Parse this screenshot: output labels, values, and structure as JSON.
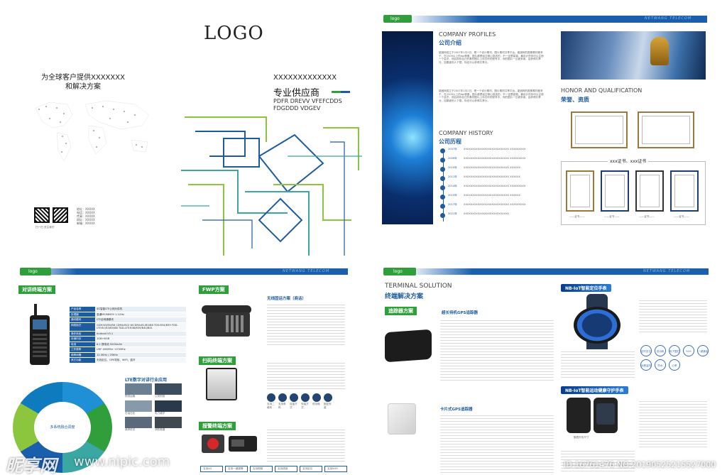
{
  "top_left": {
    "slogan_line1": "为全球客户提供XXXXXXX",
    "slogan_line2": "和解决方案",
    "qr_caption": "扫一扫 关注我们",
    "contacts": [
      "地址：XXXXX",
      "电话：XXXXX",
      "传真：XXXXX",
      "网址：XXXXX",
      "邮箱：XXXXX"
    ]
  },
  "cover": {
    "logo": "LOGO",
    "xline": "XXXXXXXXXXXXX",
    "title": "专业供应商",
    "sub1": "PDFR DREVV VFEFCDDS",
    "sub2": "FDGDDD VDGEV"
  },
  "top_right": {
    "tab": "logo",
    "tag": "NETWANG TELECOM",
    "profile_en": "COMPANY PROFILES",
    "profile_cn": "公司介绍",
    "profile_text": "能固网成立于2007年1月1日，是一个设计素材、图片素材共享平台。能固网的图像素材都来于，在2009以上的dpi像素，图片都是经过精心挑选的，不一定是高端，最设计的你可以注册一个会员，然后用你自己的素材图片上传去你的账号中，你的图片一旦被采纳，会获得共享分，如果被别人下载，你还可以获得共享分。",
    "history_en": "COMPANY HISTORY",
    "history_cn": "公司历程",
    "history": [
      {
        "year": "2007年",
        "text": "XXXXXXXXXXXXXXXXXXXXXXXXXX XXXXXXXXX"
      },
      {
        "year": "2009年",
        "text": "XXXXXXXXXXXXXXXXXXXXXXXXXX XXXXXXXXX"
      },
      {
        "year": "2010年",
        "text": "XXXXXXXXXXXXXXXXXXXXXXXXXX XXXXXX"
      },
      {
        "year": "2011年",
        "text": "XXXXXXXXXXXXXXXXXXXXXXXXXX XXXXXX"
      },
      {
        "year": "2014年",
        "text": "XXXXXXXXXXXXXXXXXXXXXXXXXX XXXXXXXXX"
      },
      {
        "year": "2015年",
        "text": "XXXXXXXXXXXXXXXXXXXXXXXXXX XXXXXX"
      },
      {
        "year": "2017年",
        "text": "XXXXXXXXXXXXXXXXXXXXXXXXXX XXXXXXXXX"
      },
      {
        "year": "2021年",
        "text": "XXXXXXXXXXXXXXXXXXXXXXXXXX"
      }
    ],
    "honor_en": "HONOR AND QUALIFICATION",
    "honor_cn": "荣誉、资质",
    "cert_title": "xxx证书、xxx证书",
    "cert_caption": "——证书——"
  },
  "bottom_left": {
    "tab": "logo",
    "tag": "NETWANG TELECOM",
    "terminal_title": "对讲终端方案",
    "spec_rows": [
      {
        "k": "产品名称",
        "v": "4G智能LTE公网对讲机"
      },
      {
        "k": "处理器",
        "v": "高通MSM8909 1.1GHz"
      },
      {
        "k": "通讯模块",
        "v": "LTE全网通模块"
      },
      {
        "k": "网络制式",
        "v": "GSM:B3/B5/B8  CDMA:BC0  WCDMA:B1/B5/B8  TDS:B34/B39  FDD-LTE:B1/B3/B5/B8  TDD-LTE:B38/B39/B40/B41"
      },
      {
        "k": "操作系统",
        "v": "Android V5.1"
      },
      {
        "k": "存储内存",
        "v": "1GB+8GB"
      },
      {
        "k": "电池",
        "v": "6.2 锂电池 5000mAh"
      },
      {
        "k": "工作频率",
        "v": "UHF 400MHz~470MHz"
      },
      {
        "k": "频率间隔",
        "v": "12.5KHz / 25KHz"
      },
      {
        "k": "其它功能",
        "v": "无线定位、GPS导航、WIFI、蓝牙"
      }
    ],
    "lte_title": "LTE数字对讲行业应用",
    "lte_items": [
      "物流运输",
      "公安刑侦",
      "石油石化",
      "电力维护",
      "政府机关",
      "消防救援"
    ],
    "wheel_center": "多系统融合调度",
    "fwp_title": "FWP方案",
    "fwp_sub": "无线固话方案（商话）",
    "scan_title": "扫码终端方案",
    "alarm_title": "报警终端方案",
    "scan_feature_labels": [
      "支持二维码",
      "支持条码",
      "连接方式",
      "安装方式",
      "低功耗",
      "固定安装"
    ],
    "bottom_tabs": [
      "支持4G",
      "支持一键报警",
      "支持视频",
      "支持语音",
      "支持定位",
      "支持WIFI"
    ]
  },
  "bottom_right": {
    "tab": "logo",
    "tag": "NETWANG TELECOM",
    "title_en": "TERMINAL SOLUTION",
    "title_cn": "终端解决方案",
    "tracker_title": "追踪器方案",
    "gps_title": "超长待机GPS追踪器",
    "card_title": "卡片式GPS追踪器",
    "nbiot1": "NB-IoT智能定位手表",
    "nbiot2": "NB-IoT智能运动健康守护手表",
    "watch_features": [
      "定时定位",
      "低功耗",
      "电子围栏",
      "SOS",
      "一键通话",
      "远程监听",
      "防水",
      "心率"
    ],
    "watch_caption": "腕表外形尺寸"
  },
  "watermark": {
    "brand": "昵享网",
    "url": "www.nipic.com",
    "id": "ID:16761476 NO:20190525215527000"
  }
}
